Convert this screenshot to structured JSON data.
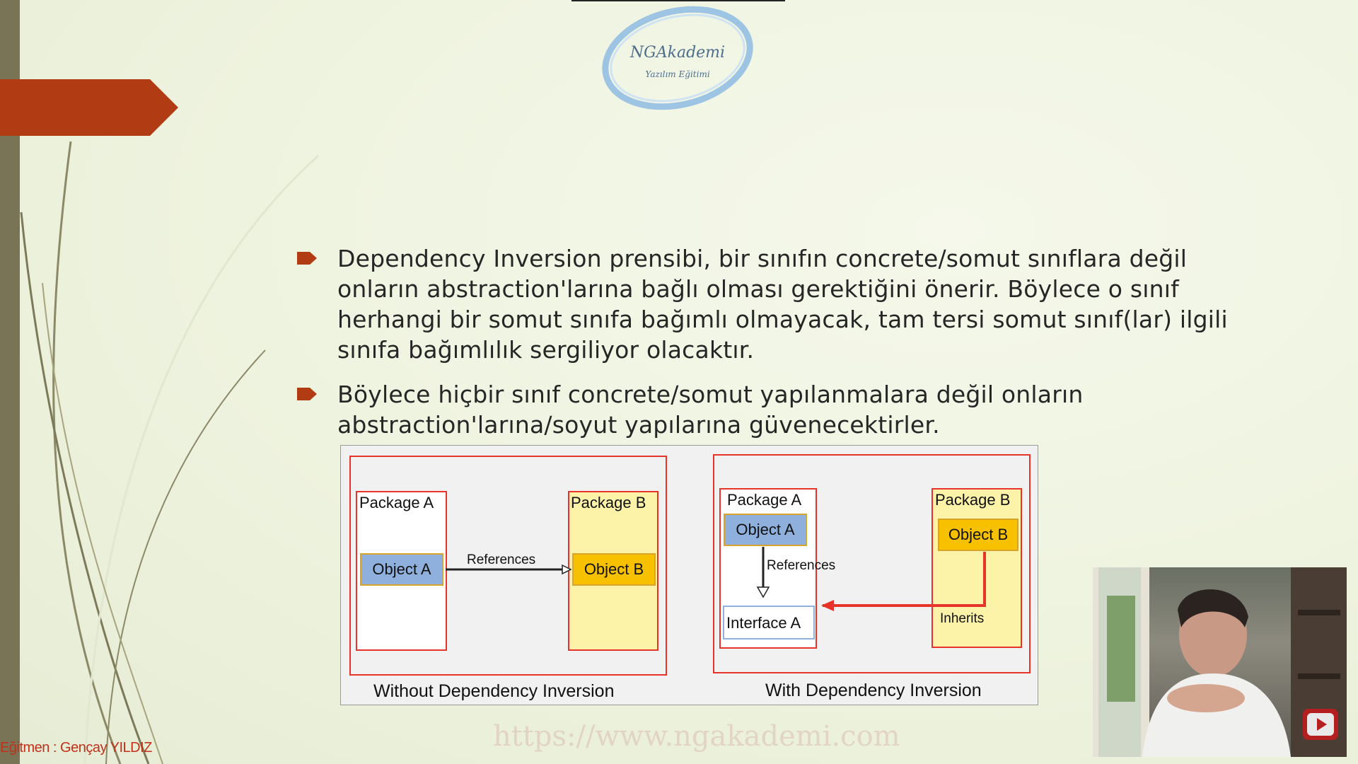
{
  "logo": {
    "name": "NGAkademi",
    "tagline": "Yazılım Eğitimi"
  },
  "bullets": [
    "Dependency Inversion prensibi, bir sınıfın concrete/somut sınıflara değil onların abstraction'larına bağlı olması gerektiğini önerir. Böylece o sınıf herhangi bir somut sınıfa bağımlı olmayacak, tam tersi somut sınıf(lar) ilgili sınıfa bağımlılık sergiliyor olacaktır.",
    "Böylece hiçbir sınıf concrete/somut yapılanmalara değil onların abstraction'larına/soyut yapılarına güvenecektirler."
  ],
  "diagram": {
    "left": {
      "package_a": "Package A",
      "package_b": "Package B",
      "object_a": "Object A",
      "object_b": "Object B",
      "references": "References",
      "caption": "Without Dependency Inversion"
    },
    "right": {
      "package_a": "Package A",
      "package_b": "Package B",
      "object_a": "Object A",
      "object_b": "Object B",
      "interface_a": "Interface A",
      "references": "References",
      "inherits": "Inherits",
      "caption": "With Dependency Inversion"
    }
  },
  "footer": {
    "trainer": "Eğitmen : Gençay YILDIZ",
    "watermark": "https://www.ngakademi.com"
  },
  "colors": {
    "accent": "#b13b12",
    "box_red": "#e8332a",
    "object_blue": "#8fb0dc",
    "object_gold": "#f7c100",
    "package_yellow": "#fcf2a8"
  },
  "icons": {
    "bullet": "arrow-bullet-icon",
    "play": "youtube-play-icon"
  }
}
